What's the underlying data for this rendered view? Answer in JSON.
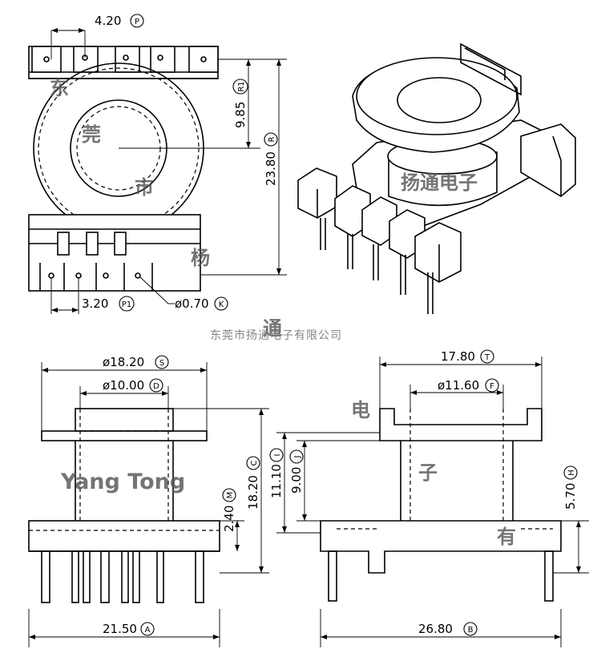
{
  "dimensions": {
    "top_left": [
      {
        "id": "pitch_top",
        "value": "4.20",
        "marker": "P"
      },
      {
        "id": "half_height",
        "value": "9.85",
        "marker": "R1"
      },
      {
        "id": "total_height",
        "value": "23.80",
        "marker": "R"
      },
      {
        "id": "pitch_bottom",
        "value": "3.20",
        "marker": "P1"
      },
      {
        "id": "pin_dia",
        "value": "ø0.70",
        "marker": "K"
      }
    ],
    "front": [
      {
        "id": "flange_dia",
        "value": "ø18.20",
        "marker": "S"
      },
      {
        "id": "inner_dia",
        "value": "ø10.00",
        "marker": "D"
      },
      {
        "id": "height",
        "value": "18.20",
        "marker": "C"
      },
      {
        "id": "base_h",
        "value": "2.40",
        "marker": "M"
      },
      {
        "id": "width",
        "value": "21.50",
        "marker": "A"
      }
    ],
    "side": [
      {
        "id": "top_width",
        "value": "17.80",
        "marker": "T"
      },
      {
        "id": "core_dia",
        "value": "ø11.60",
        "marker": "F"
      },
      {
        "id": "height_i",
        "value": "11.10",
        "marker": "I"
      },
      {
        "id": "height_j",
        "value": "9.00",
        "marker": "J"
      },
      {
        "id": "pin_len",
        "value": "5.70",
        "marker": "H"
      },
      {
        "id": "depth",
        "value": "26.80",
        "marker": "B"
      }
    ]
  },
  "watermark": {
    "chars": [
      "东",
      "莞",
      "市",
      "杨",
      "通",
      "电",
      "子",
      "有"
    ],
    "center_label": "扬通电子",
    "english": "Yang Tong",
    "company": "东莞市扬通电子有限公司"
  }
}
